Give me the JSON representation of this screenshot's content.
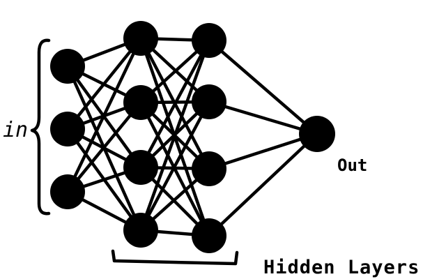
{
  "labels": {
    "input": "in",
    "output": "Out",
    "hidden": "Hidden Layers"
  },
  "network": {
    "layers": [
      {
        "name": "input",
        "nodes": 3
      },
      {
        "name": "hidden-1",
        "nodes": 4
      },
      {
        "name": "hidden-2",
        "nodes": 4
      },
      {
        "name": "output",
        "nodes": 1
      }
    ],
    "connectivity": "fully-connected"
  },
  "colors": {
    "ink": "#000000",
    "background": "#ffffff"
  }
}
